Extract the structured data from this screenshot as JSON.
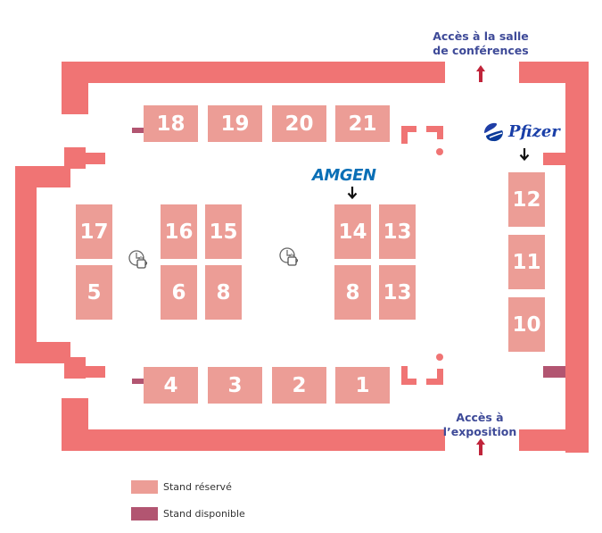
{
  "access": {
    "conference_line1": "Accès à la salle",
    "conference_line2": "de conférences",
    "exhibition": "Accès à l’exposition"
  },
  "sponsors": {
    "pfizer": "Pfizer",
    "amgen": "AMGEN"
  },
  "stands": {
    "s18": "18",
    "s19": "19",
    "s20": "20",
    "s21": "21",
    "s17": "17",
    "s16": "16",
    "s15": "15",
    "s14": "14",
    "s13a": "13",
    "s5": "5",
    "s6": "6",
    "s8a": "8",
    "s8b": "8",
    "s13b": "13",
    "s12": "12",
    "s11": "11",
    "s10": "10",
    "s4": "4",
    "s3": "3",
    "s2": "2",
    "s1": "1"
  },
  "legend": {
    "reserved": "Stand réservé",
    "available": "Stand disponible"
  },
  "colors": {
    "wall": "#f07474",
    "reserved": "#ec9d96",
    "available": "#b25571",
    "access_text": "#3e4a98",
    "arrow": "#c0243a"
  },
  "icons": [
    "coffee-icon",
    "coffee-icon",
    "arrow-down-icon",
    "arrow-up-icon"
  ]
}
